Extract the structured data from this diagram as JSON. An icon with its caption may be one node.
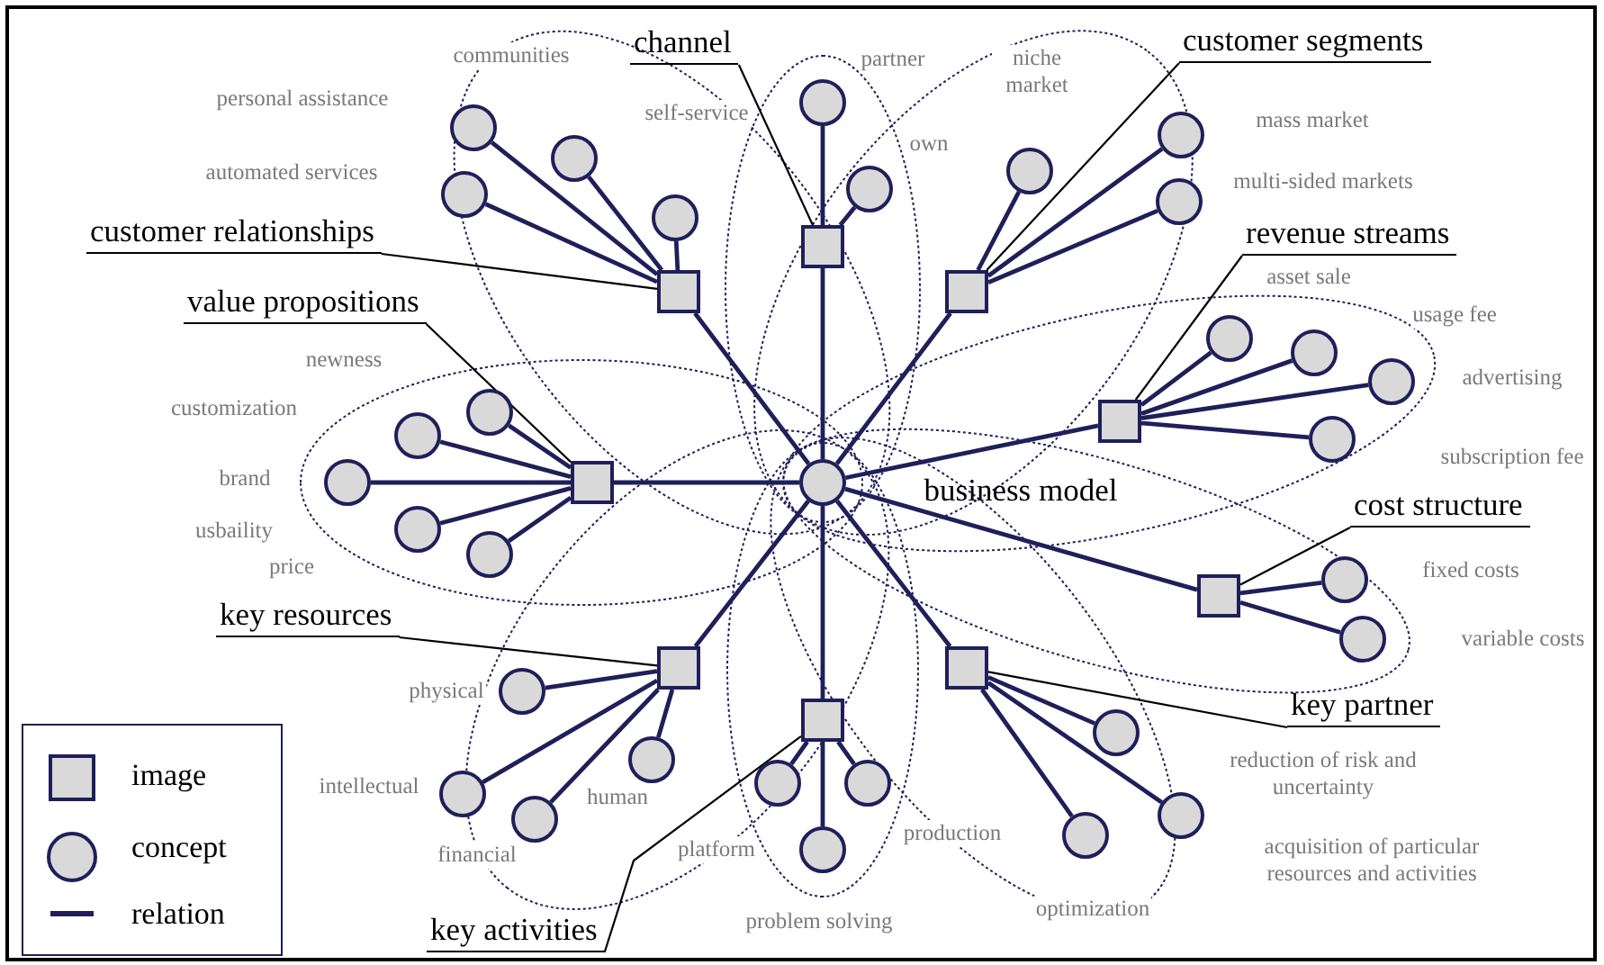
{
  "diagram": {
    "nodes": [
      {
        "text": [],
        "shape": "circle"
      },
      {
        "text": [],
        "shape": "box"
      },
      {
        "text": [],
        "shape": "box"
      },
      {
        "text": [],
        "shape": "box"
      },
      {
        "text": [],
        "shape": "box"
      },
      {
        "text": [],
        "shape": "box"
      },
      {
        "text": [],
        "shape": "box"
      },
      {
        "text": [],
        "shape": "box"
      },
      {
        "text": [],
        "shape": "box"
      },
      {
        "text": [],
        "shape": "box"
      },
      {
        "text": [
          "channel"
        ]
      },
      {
        "text": [
          "customer segments"
        ]
      },
      {
        "text": [
          "customer relationships"
        ]
      },
      {
        "text": [
          "revenue streams"
        ]
      },
      {
        "text": [
          "value propositions"
        ]
      },
      {
        "text": [
          "cost structure"
        ]
      },
      {
        "text": [
          "key resources"
        ]
      },
      {
        "text": [
          "key partner"
        ]
      },
      {
        "text": [
          "key activities"
        ]
      },
      {
        "text": [],
        "shape": "circle"
      },
      {
        "text": [],
        "shape": "circle"
      },
      {
        "text": [],
        "shape": "circle"
      },
      {
        "text": [],
        "shape": "circle"
      },
      {
        "text": [],
        "shape": "circle"
      },
      {
        "text": [],
        "shape": "circle"
      },
      {
        "text": [],
        "shape": "circle"
      },
      {
        "text": [],
        "shape": "circle"
      },
      {
        "text": [],
        "shape": "circle"
      },
      {
        "text": [],
        "shape": "circle"
      },
      {
        "text": [],
        "shape": "circle"
      },
      {
        "text": [],
        "shape": "circle"
      },
      {
        "text": [],
        "shape": "circle"
      },
      {
        "text": [],
        "shape": "circle"
      },
      {
        "text": [],
        "shape": "circle"
      },
      {
        "text": [],
        "shape": "circle"
      },
      {
        "text": [],
        "shape": "circle"
      },
      {
        "text": [],
        "shape": "circle"
      },
      {
        "text": [],
        "shape": "circle"
      },
      {
        "text": [],
        "shape": "circle"
      },
      {
        "text": [],
        "shape": "circle"
      },
      {
        "text": [],
        "shape": "circle"
      },
      {
        "text": [],
        "shape": "circle"
      },
      {
        "text": [],
        "shape": "circle"
      },
      {
        "text": [],
        "shape": "circle"
      },
      {
        "text": [],
        "shape": "circle"
      },
      {
        "text": [],
        "shape": "circle"
      },
      {
        "text": [],
        "shape": "circle"
      },
      {
        "text": [],
        "shape": "circle"
      },
      {
        "text": [],
        "shape": "circle"
      }
    ],
    "edges": [
      {
        "from": 0,
        "to": 1,
        "arrow": "none"
      },
      {
        "from": 0,
        "to": 2,
        "arrow": "none"
      },
      {
        "from": 0,
        "to": 3,
        "arrow": "none"
      },
      {
        "from": 0,
        "to": 4,
        "arrow": "none"
      },
      {
        "from": 0,
        "to": 5,
        "arrow": "none"
      },
      {
        "from": 0,
        "to": 6,
        "arrow": "none"
      },
      {
        "from": 0,
        "to": 7,
        "arrow": "none"
      },
      {
        "from": 0,
        "to": 8,
        "arrow": "none"
      },
      {
        "from": 0,
        "to": 9,
        "arrow": "none"
      },
      {
        "from": 1,
        "to": 19,
        "arrow": "none"
      },
      {
        "from": 1,
        "to": 20,
        "arrow": "none"
      },
      {
        "from": 1,
        "to": 21,
        "arrow": "none"
      },
      {
        "from": 1,
        "to": 22,
        "arrow": "none"
      },
      {
        "from": 2,
        "to": 23,
        "arrow": "none"
      },
      {
        "from": 2,
        "to": 24,
        "arrow": "none"
      },
      {
        "from": 3,
        "to": 25,
        "arrow": "none"
      },
      {
        "from": 3,
        "to": 26,
        "arrow": "none"
      },
      {
        "from": 3,
        "to": 27,
        "arrow": "none"
      },
      {
        "from": 4,
        "to": 28,
        "arrow": "none"
      },
      {
        "from": 4,
        "to": 29,
        "arrow": "none"
      },
      {
        "from": 4,
        "to": 30,
        "arrow": "none"
      },
      {
        "from": 4,
        "to": 31,
        "arrow": "none"
      },
      {
        "from": 5,
        "to": 32,
        "arrow": "none"
      },
      {
        "from": 5,
        "to": 33,
        "arrow": "none"
      },
      {
        "from": 5,
        "to": 34,
        "arrow": "none"
      },
      {
        "from": 5,
        "to": 35,
        "arrow": "none"
      },
      {
        "from": 5,
        "to": 36,
        "arrow": "none"
      },
      {
        "from": 6,
        "to": 37,
        "arrow": "none"
      },
      {
        "from": 6,
        "to": 38,
        "arrow": "none"
      },
      {
        "from": 7,
        "to": 39,
        "arrow": "none"
      },
      {
        "from": 7,
        "to": 40,
        "arrow": "none"
      },
      {
        "from": 7,
        "to": 41,
        "arrow": "none"
      },
      {
        "from": 7,
        "to": 42,
        "arrow": "none"
      },
      {
        "from": 8,
        "to": 43,
        "arrow": "none"
      },
      {
        "from": 8,
        "to": 44,
        "arrow": "none"
      },
      {
        "from": 8,
        "to": 45,
        "arrow": "none"
      },
      {
        "from": 9,
        "to": 46,
        "arrow": "none"
      },
      {
        "from": 9,
        "to": 47,
        "arrow": "none"
      },
      {
        "from": 9,
        "to": 48,
        "arrow": "none"
      },
      {
        "from": 10,
        "to": 2,
        "arrow": "none",
        "color": "#000000"
      },
      {
        "from": 11,
        "to": 3,
        "arrow": "none",
        "color": "#000000"
      },
      {
        "from": 12,
        "to": 1,
        "arrow": "none",
        "color": "#000000"
      },
      {
        "from": 13,
        "to": 4,
        "arrow": "none",
        "color": "#000000"
      },
      {
        "from": 14,
        "to": 5,
        "arrow": "none",
        "color": "#000000"
      },
      {
        "from": 15,
        "to": 6,
        "arrow": "none",
        "color": "#000000"
      },
      {
        "from": 16,
        "to": 7,
        "arrow": "none",
        "color": "#000000"
      },
      {
        "from": 17,
        "to": 9,
        "arrow": "none",
        "color": "#000000"
      },
      {
        "from": 18,
        "to": 8,
        "arrow": "none",
        "color": "#000000"
      }
    ],
    "labels": [
      "communities",
      "partner",
      "niche market",
      "personal assistance",
      "self-service",
      "mass market",
      "own",
      "automated services",
      "multi-sided markets",
      "asset sale",
      "usage fee",
      "newness",
      "advertising",
      "customization",
      "subscription fee",
      "brand",
      "business model",
      "usbaility",
      "price",
      "fixed costs",
      "variable costs",
      "physical",
      "intellectual",
      "reduction of risk and uncertainty",
      "human",
      "production",
      "platform",
      "financial",
      "acquisition of particular resources and activities",
      "optimization",
      "problem solving"
    ],
    "legend": [
      {
        "text": "image"
      },
      {
        "text": "concept"
      },
      {
        "text": "relation"
      }
    ]
  }
}
